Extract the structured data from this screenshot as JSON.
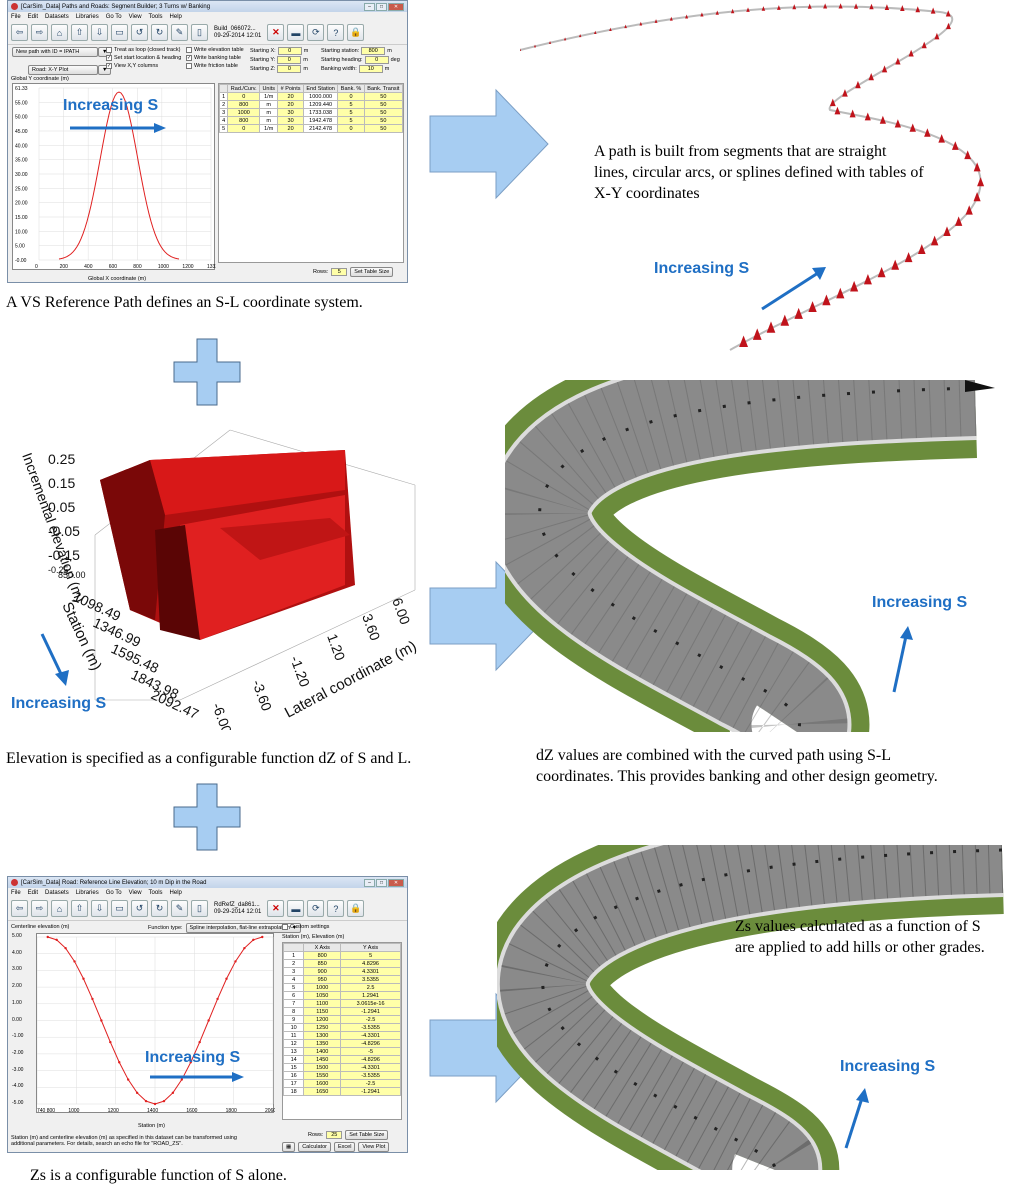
{
  "win1": {
    "title": "[CarSim_Data] Paths and Roads: Segment Builder; 3 Turns w/ Banking",
    "menu": [
      "File",
      "Edit",
      "Datasets",
      "Libraries",
      "Go To",
      "View",
      "Tools",
      "Help"
    ],
    "dataset_name": "Build_066072...",
    "dataset_date": "09-29-2014 12:01",
    "path_button": "New path with ID = IPATH",
    "plot_button": "Road: X-Y Plot",
    "checks": [
      "Treat as loop (closed track)",
      "Set start location & heading",
      "View X,Y columns"
    ],
    "checks_state": [
      false,
      true,
      true
    ],
    "write_checks": [
      "Write elevation table",
      "Write banking table",
      "Write friction table"
    ],
    "write_state": [
      false,
      true,
      false
    ],
    "start_fields": [
      {
        "label": "Starting X:",
        "value": "0",
        "unit": "m"
      },
      {
        "label": "Starting Y:",
        "value": "0",
        "unit": "m"
      },
      {
        "label": "Starting Z:",
        "value": "0",
        "unit": "m"
      }
    ],
    "station_fields": [
      {
        "label": "Starting station:",
        "value": "800",
        "unit": "m"
      },
      {
        "label": "Starting heading:",
        "value": "0",
        "unit": "deg"
      },
      {
        "label": "Banking width:",
        "value": "10",
        "unit": "m"
      }
    ],
    "plot_ylabel": "Global Y coordinate (m)",
    "plot_xlabel": "Global X coordinate (m)",
    "y_ticks": [
      "61.33",
      "55.00",
      "50.00",
      "45.00",
      "40.00",
      "35.00",
      "30.00",
      "25.00",
      "20.00",
      "15.00",
      "10.00",
      "5.00",
      "-0.00"
    ],
    "x_ticks": [
      "0",
      "200",
      "400",
      "600",
      "800",
      "1000",
      "1200",
      "1332"
    ],
    "table_headers": [
      "",
      "Rad./Curv.",
      "Units",
      "# Points",
      "End Station",
      "Bank. %",
      "Bank. Transit"
    ],
    "table_rows": [
      [
        "1",
        "0",
        "1/m",
        "20",
        "1000.000",
        "0",
        "50"
      ],
      [
        "2",
        "800",
        "m",
        "20",
        "1209.440",
        "5",
        "50"
      ],
      [
        "3",
        "1000",
        "m",
        "30",
        "1733.038",
        "5",
        "50"
      ],
      [
        "4",
        "800",
        "m",
        "30",
        "1942.478",
        "5",
        "50"
      ],
      [
        "5",
        "0",
        "1/m",
        "20",
        "2142.478",
        "0",
        "50"
      ]
    ],
    "rows_label": "Rows:",
    "rows_value": "5",
    "set_table_button": "Set Table Size"
  },
  "win2": {
    "title": "[CarSim_Data] Road: Reference Line Elevation; 10 m Dip in the Road",
    "menu": [
      "File",
      "Edit",
      "Datasets",
      "Libraries",
      "Go To",
      "View",
      "Tools",
      "Help"
    ],
    "dataset_name": "RdRefZ_da861...",
    "dataset_date": "09-29-2014 12:01",
    "plot_label": "Centerline elevation (m)",
    "function_label": "Function type:",
    "function_value": "Spline interpolation, flat-line extrapolation",
    "custom_settings": "Custom settings",
    "table_title": "Station (m), Elevation (m)",
    "table_headers": [
      "",
      "X Axis",
      "Y Axis"
    ],
    "table_rows": [
      [
        "1",
        "800",
        "5"
      ],
      [
        "2",
        "850",
        "4.8296"
      ],
      [
        "3",
        "900",
        "4.3301"
      ],
      [
        "4",
        "950",
        "3.5355"
      ],
      [
        "5",
        "1000",
        "2.5"
      ],
      [
        "6",
        "1050",
        "1.2941"
      ],
      [
        "7",
        "1100",
        "3.0615e-16"
      ],
      [
        "8",
        "1150",
        "-1.2941"
      ],
      [
        "9",
        "1200",
        "-2.5"
      ],
      [
        "10",
        "1250",
        "-3.5355"
      ],
      [
        "11",
        "1300",
        "-4.3301"
      ],
      [
        "12",
        "1350",
        "-4.8296"
      ],
      [
        "13",
        "1400",
        "-5"
      ],
      [
        "14",
        "1450",
        "-4.8296"
      ],
      [
        "15",
        "1500",
        "-4.3301"
      ],
      [
        "16",
        "1550",
        "-3.5355"
      ],
      [
        "17",
        "1600",
        "-2.5"
      ],
      [
        "18",
        "1650",
        "-1.2941"
      ]
    ],
    "y_ticks": [
      "5.00",
      "4.00",
      "3.00",
      "2.00",
      "1.00",
      "0.00",
      "-1.00",
      "-2.00",
      "-3.00",
      "-4.00",
      "-5.00"
    ],
    "x_ticks": [
      "740 800",
      "1000",
      "1200",
      "1400",
      "1600",
      "1800",
      "2060"
    ],
    "plot_xlabel": "Station (m)",
    "rows_label": "Rows:",
    "rows_value": "25",
    "set_table_button": "Set Table Size",
    "note": "Station (m) and centerline elevation (m) as specified in this dataset can be transformed using additional parameters. For details, search an echo file for \"ROAD_ZS\".",
    "calc_button": "Calculator",
    "excel_button": "Excel",
    "view_plot_button": "View Plot"
  },
  "plot3d": {
    "zlabel": "Incremental elevation (m)",
    "z_ticks": [
      "0.25",
      "0.15",
      "0.05",
      "-0.05",
      "-0.15",
      "-0.25"
    ],
    "station_label": "Station (m)",
    "station_ticks": [
      "850.00",
      "1098.49",
      "1346.99",
      "1595.48",
      "1843.98",
      "2092.47"
    ],
    "lateral_label": "Lateral coordinate (m)",
    "lateral_ticks": [
      "-6.00",
      "-3.60",
      "-1.20",
      "1.20",
      "3.60",
      "6.00"
    ]
  },
  "increasing_s": "Increasing S",
  "captions": {
    "path_segments": "A path is built from segments that are straight lines, circular arcs, or splines defined with tables of X-Y coordinates",
    "vs_reference": "A VS Reference Path defines an S-L coordinate system.",
    "elevation_dz": "Elevation is specified as a configurable function dZ of S and L.",
    "dz_combined": "dZ values are combined with the curved path using S-L coordinates. This provides banking and other design geometry.",
    "zs_values": "Zs values calculated as a function of S are applied to add hills or other grades.",
    "zs_function": "Zs is a configurable function of S alone."
  },
  "colors": {
    "accent": "#1f6fc4",
    "arrow_fill": "#a7cdf2",
    "plot_red": "#e02020",
    "grass": "#6b8c3c",
    "road": "#8a8a8a"
  }
}
